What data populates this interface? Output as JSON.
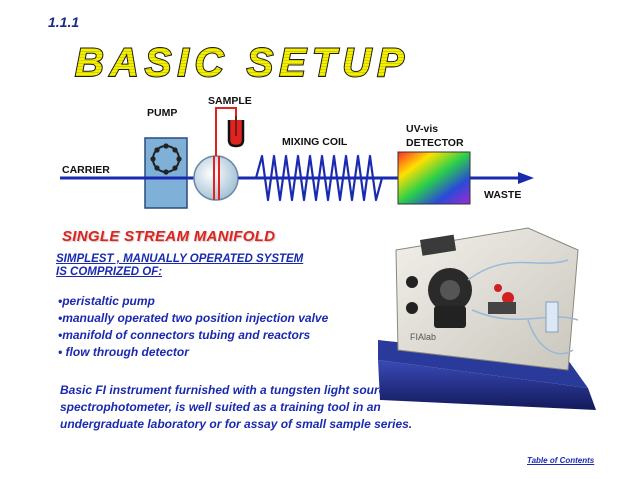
{
  "slide": {
    "number": "1.1.1",
    "title": "BASIC SETUP"
  },
  "diagram": {
    "labels": {
      "pump": "PUMP",
      "sample": "SAMPLE",
      "mixing_coil": "MIXING COIL",
      "detector_line1": "UV-vis",
      "detector_line2": "DETECTOR",
      "carrier": "CARRIER",
      "waste": "WASTE"
    },
    "colors": {
      "flow_line": "#1a2ab0",
      "pump_box": "#7fb0d8",
      "sample_line": "#e0231e"
    }
  },
  "content": {
    "subtitle": "SINGLE STREAM  MANIFOLD",
    "intro_line1": "SIMPLEST , MANUALLY OPERATED SYSTEM",
    "intro_line2": "IS COMPRIZED OF:",
    "bullets": [
      "•peristaltic pump",
      "•manually operated two position injection valve",
      "•manifold of connectors tubing and reactors",
      "• flow through detector"
    ],
    "description_lines": [
      "Basic FI instrument furnished with a tungsten light source and",
      "spectrophotometer, is well suited as a training tool in an",
      "undergraduate laboratory or for assay of small sample series."
    ],
    "photo_label": "FIAlab"
  },
  "footer": {
    "link": "Table of Contents"
  }
}
